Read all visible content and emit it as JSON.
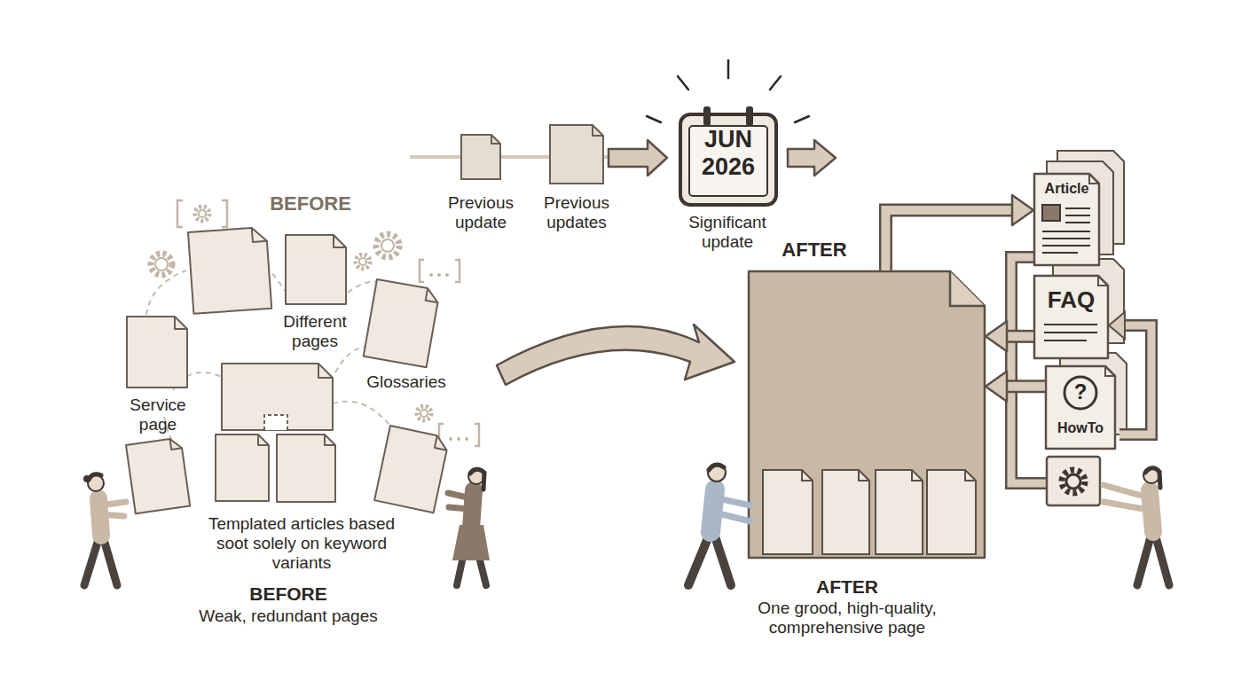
{
  "diagram": {
    "nodes": [
      {
        "text": [
          "JUN 2026"
        ]
      },
      {
        "text": [
          "AFTER"
        ]
      },
      {
        "text": [
          "Article"
        ]
      },
      {
        "text": [
          "FAQ"
        ]
      },
      {
        "text": [
          "?",
          "HowTo"
        ]
      }
    ],
    "edges": [
      {
        "from": 1,
        "to": 2,
        "arrow": "to"
      },
      {
        "from": 3,
        "to": 1,
        "arrow": "to"
      },
      {
        "from": 4,
        "to": 1,
        "arrow": "to"
      }
    ],
    "labels": [
      "BEFORE",
      "Different pages",
      "Glossaries",
      "Service page",
      "Templated articles based soot solely on keyword variants",
      "BEFORE",
      "Weak, redundant pages",
      "Previous update",
      "Previous updates",
      "Significant update",
      "AFTER",
      "One grood, high-quality, comprehensive page"
    ]
  }
}
